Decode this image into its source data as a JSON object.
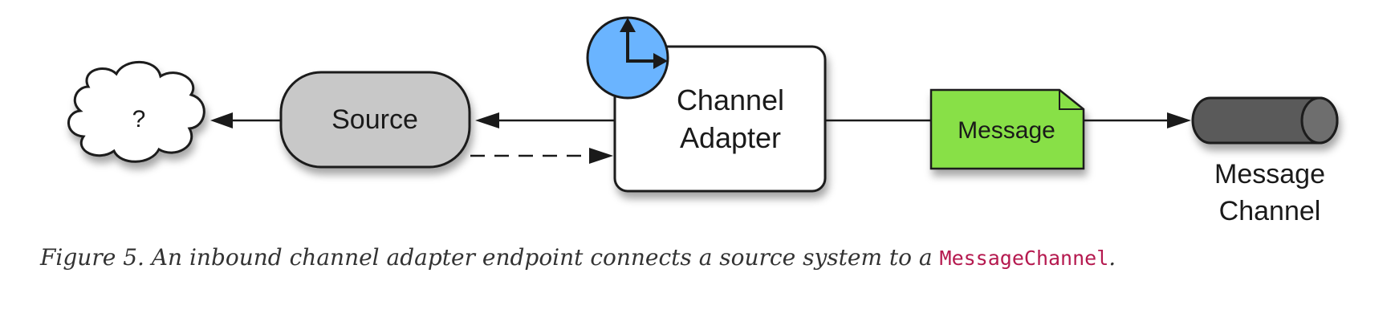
{
  "diagram": {
    "cloud_label": "?",
    "source_label": "Source",
    "adapter_label_line1": "Channel",
    "adapter_label_line2": "Adapter",
    "message_label": "Message",
    "channel_label_line1": "Message",
    "channel_label_line2": "Channel",
    "icons": {
      "clock": "clock-icon",
      "cloud": "cloud-icon",
      "document": "message-document-icon",
      "cylinder": "channel-cylinder-icon"
    },
    "colors": {
      "source_fill": "#c8c8c8",
      "adapter_fill": "#ffffff",
      "clock_fill": "#6ab4ff",
      "message_fill": "#88e046",
      "channel_fill": "#5a5a5a",
      "stroke": "#1a1a1a"
    }
  },
  "caption": {
    "prefix": "Figure 5. An inbound channel adapter endpoint connects a source system to a ",
    "code": "MessageChannel",
    "suffix": "."
  }
}
